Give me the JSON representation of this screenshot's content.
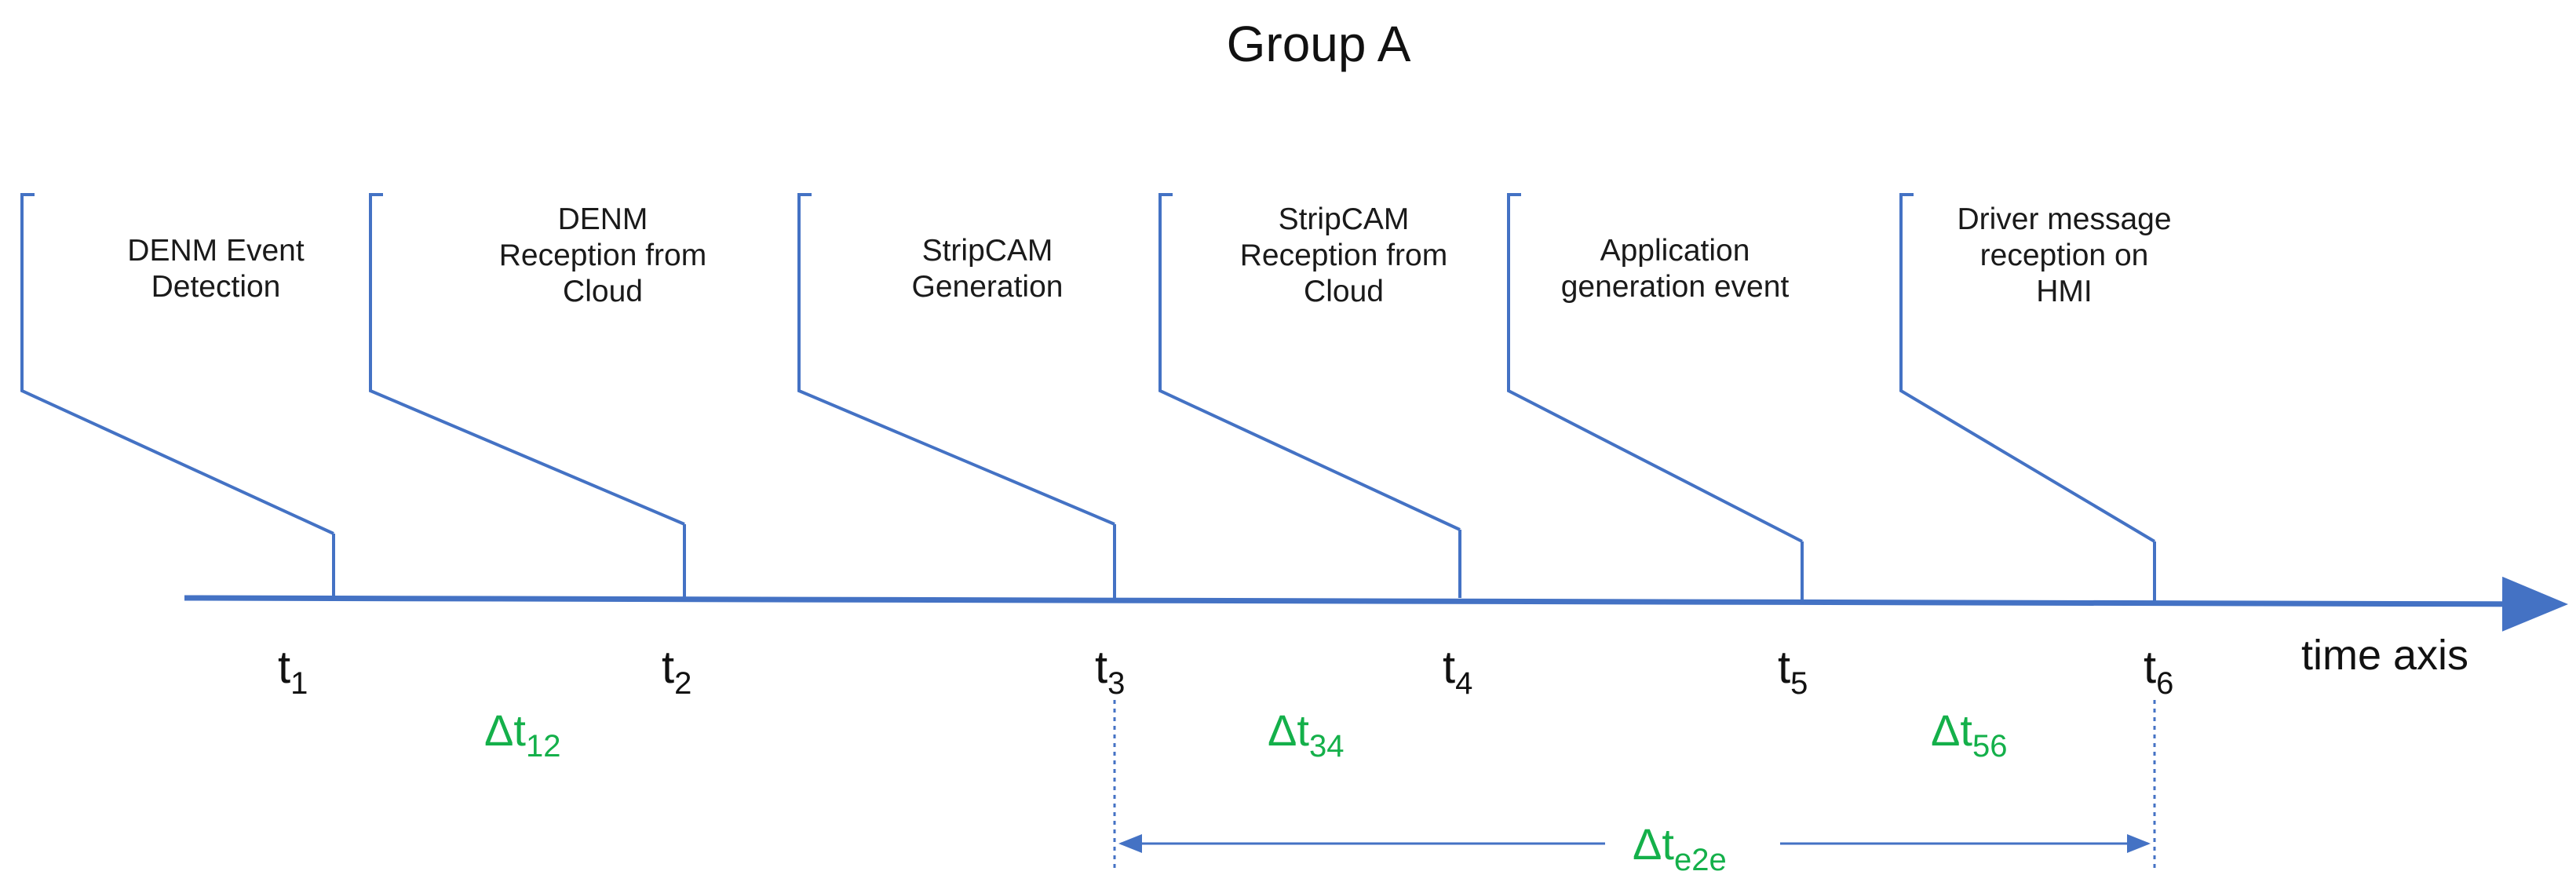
{
  "title": "Group A",
  "axis_label": "time axis",
  "colors": {
    "line": "#4472C4",
    "delta": "#14B04A",
    "text": "#111111"
  },
  "events": [
    {
      "id": "t1",
      "tick_main": "t",
      "tick_sub": "1",
      "lines": [
        "DENM Event",
        "Detection"
      ]
    },
    {
      "id": "t2",
      "tick_main": "t",
      "tick_sub": "2",
      "lines": [
        "DENM",
        "Reception from",
        "Cloud"
      ]
    },
    {
      "id": "t3",
      "tick_main": "t",
      "tick_sub": "3",
      "lines": [
        "StripCAM",
        "Generation"
      ]
    },
    {
      "id": "t4",
      "tick_main": "t",
      "tick_sub": "4",
      "lines": [
        "StripCAM",
        "Reception from",
        "Cloud"
      ]
    },
    {
      "id": "t5",
      "tick_main": "t",
      "tick_sub": "5",
      "lines": [
        "Application",
        "generation event"
      ]
    },
    {
      "id": "t6",
      "tick_main": "t",
      "tick_sub": "6",
      "lines": [
        "Driver message",
        "reception on",
        "HMI"
      ]
    }
  ],
  "deltas": [
    {
      "id": "d12",
      "main": "Δt",
      "sub": "12"
    },
    {
      "id": "d34",
      "main": "Δt",
      "sub": "34"
    },
    {
      "id": "d56",
      "main": "Δt",
      "sub": "56"
    }
  ],
  "e2e": {
    "main": "Δt",
    "sub": "e2e"
  }
}
